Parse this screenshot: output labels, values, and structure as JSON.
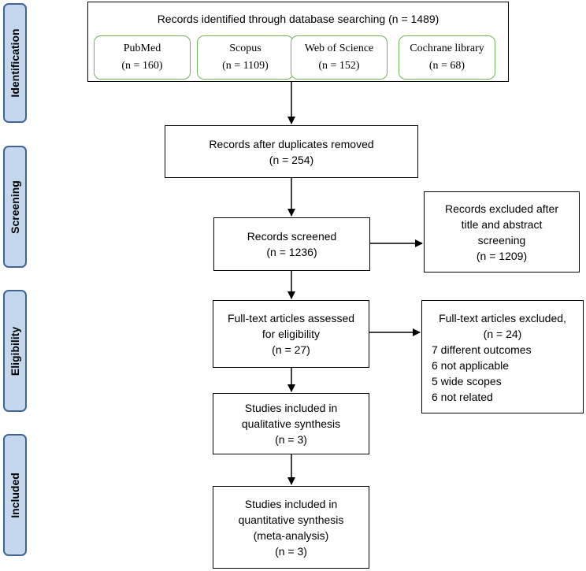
{
  "phases": {
    "identification": "Identification",
    "screening": "Screening",
    "eligibility": "Eligibility",
    "included": "Included"
  },
  "identification": {
    "title": "Records identified through database searching (n = 1489)",
    "databases": [
      {
        "name": "PubMed",
        "count": "(n = 160)"
      },
      {
        "name": "Scopus",
        "count": "(n = 1109)"
      },
      {
        "name": "Web of Science",
        "count": "(n = 152)"
      },
      {
        "name": "Cochrane library",
        "count": "(n = 68)"
      }
    ]
  },
  "duplicates_removed": {
    "line1": "Records after duplicates removed",
    "line2": "(n = 254)"
  },
  "screened": {
    "line1": "Records screened",
    "line2": "(n = 1236)"
  },
  "excluded_screening": {
    "line1": "Records excluded after",
    "line2": "title and abstract",
    "line3": "screening",
    "line4": "(n = 1209)"
  },
  "fulltext_assessed": {
    "line1": "Full-text articles assessed",
    "line2": "for eligibility",
    "line3": "(n = 27)"
  },
  "fulltext_excluded": {
    "line1": "Full-text articles excluded,",
    "line2": "(n = 24)",
    "reasons": [
      "7 different outcomes",
      "6 not applicable",
      "5 wide scopes",
      "6 not related"
    ]
  },
  "qualitative": {
    "line1": "Studies included in",
    "line2": "qualitative synthesis",
    "line3": "(n = 3)"
  },
  "quantitative": {
    "line1": "Studies included in",
    "line2": "quantitative synthesis",
    "line3": "(meta-analysis)",
    "line4": "(n = 3)"
  }
}
